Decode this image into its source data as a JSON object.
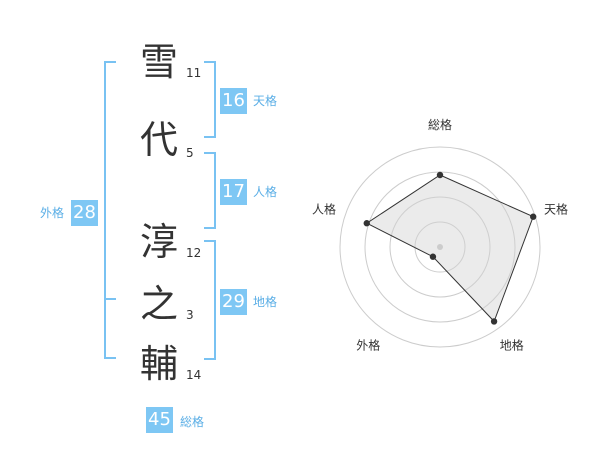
{
  "name": {
    "surname": [
      {
        "char": "雪",
        "strokes": "11"
      },
      {
        "char": "代",
        "strokes": "5"
      }
    ],
    "given": [
      {
        "char": "淳",
        "strokes": "12"
      },
      {
        "char": "之",
        "strokes": "3"
      },
      {
        "char": "輔",
        "strokes": "14"
      }
    ]
  },
  "kakusu": {
    "tenkaku": {
      "value": "16",
      "label": "天格"
    },
    "jinkaku": {
      "value": "17",
      "label": "人格"
    },
    "chikaku": {
      "value": "29",
      "label": "地格"
    },
    "gaikaku": {
      "value": "28",
      "label": "外格"
    },
    "soukaku": {
      "value": "45",
      "label": "総格"
    }
  },
  "colors": {
    "accent": "#7ec7f4",
    "label": "#5aaee6",
    "text": "#333333"
  },
  "chart_data": {
    "type": "radar",
    "axes": [
      "総格",
      "天格",
      "地格",
      "外格",
      "人格"
    ],
    "values": [
      0.72,
      0.98,
      0.92,
      0.12,
      0.77
    ],
    "rmax": 1,
    "rings": 4
  }
}
